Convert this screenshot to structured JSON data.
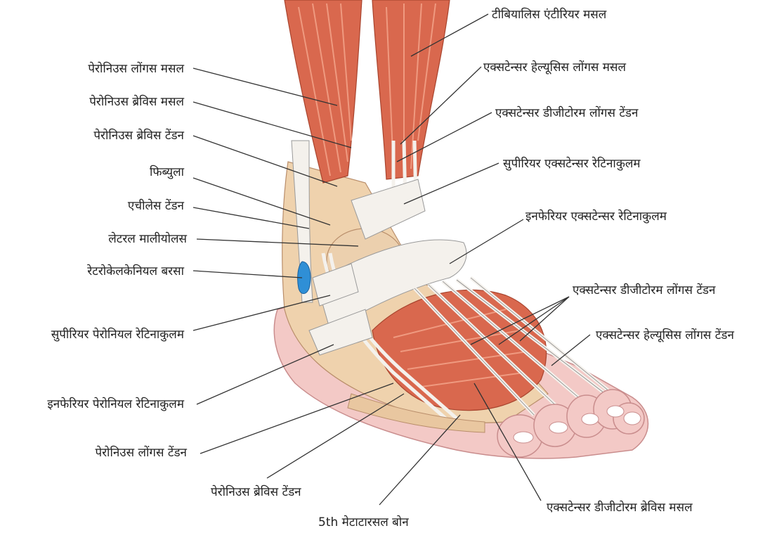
{
  "labels": {
    "tibialis_anterior_muscle": "टीबियालिस एंटीरियर मसल",
    "peroneus_longus_muscle": "पेरोनिउस लोंगस मसल",
    "extensor_hallucis_longus_muscle": "एक्सटेन्सर हेल्यूसिस लोंगस  मसल",
    "peroneus_brevis_muscle": "पेरोनिउस ब्रेविस मसल",
    "extensor_digitorum_longus_tendon_upper": "एक्सटेन्सर डीजीटोरम लोंगस  टेंडन",
    "peroneus_brevis_tendon_left": "पेरोनिउस ब्रेविस टेंडन",
    "superior_extensor_retinaculum": "सुपीरियर एक्सटेन्सर रेटिनाकुलम",
    "fibula": "फिब्युला",
    "achilles_tendon": "एचीलेस टेंडन",
    "inferior_extensor_retinaculum": "इनफेरियर  एक्सटेन्सर रेटिनाकुलम",
    "lateral_malleolus": "लेटरल मालीयोलस",
    "retrocalcaneal_bursa": "रेटरोकेलकेनियल बरसा",
    "extensor_digitorum_longus_tendon_lower": "एक्सटेन्सर डीजीटोरम लोंगस  टेंडन",
    "superior_peroneal_retinaculum": "सुपीरियर पेरोनियल रेटिनाकुलम",
    "extensor_hallucis_longus_tendon": "एक्सटेन्सर हेल्यूसिस लोंगस  टेंडन",
    "inferior_peroneal_retinaculum": "इनफेरियर  पेरोनियल रेटिनाकुलम",
    "peroneus_longus_tendon": "पेरोनिउस लोंगस टेंडन",
    "peroneus_brevis_tendon_bottom": "पेरोनिउस ब्रेविस टेंडन",
    "extensor_digitorum_brevis_muscle": "एक्सटेन्सर डीजीटोरम ब्रेविस मसल",
    "fifth_metatarsal_bone": "5th मेटाटारसल बोन"
  },
  "colors": {
    "muscle": "#d9684e",
    "muscle_light": "#ef9a80",
    "skin": "#f3c9c6",
    "bone": "#efd2ad",
    "tendon": "#f4f1ec",
    "bursa": "#2f8fd6",
    "leader": "#333333"
  }
}
